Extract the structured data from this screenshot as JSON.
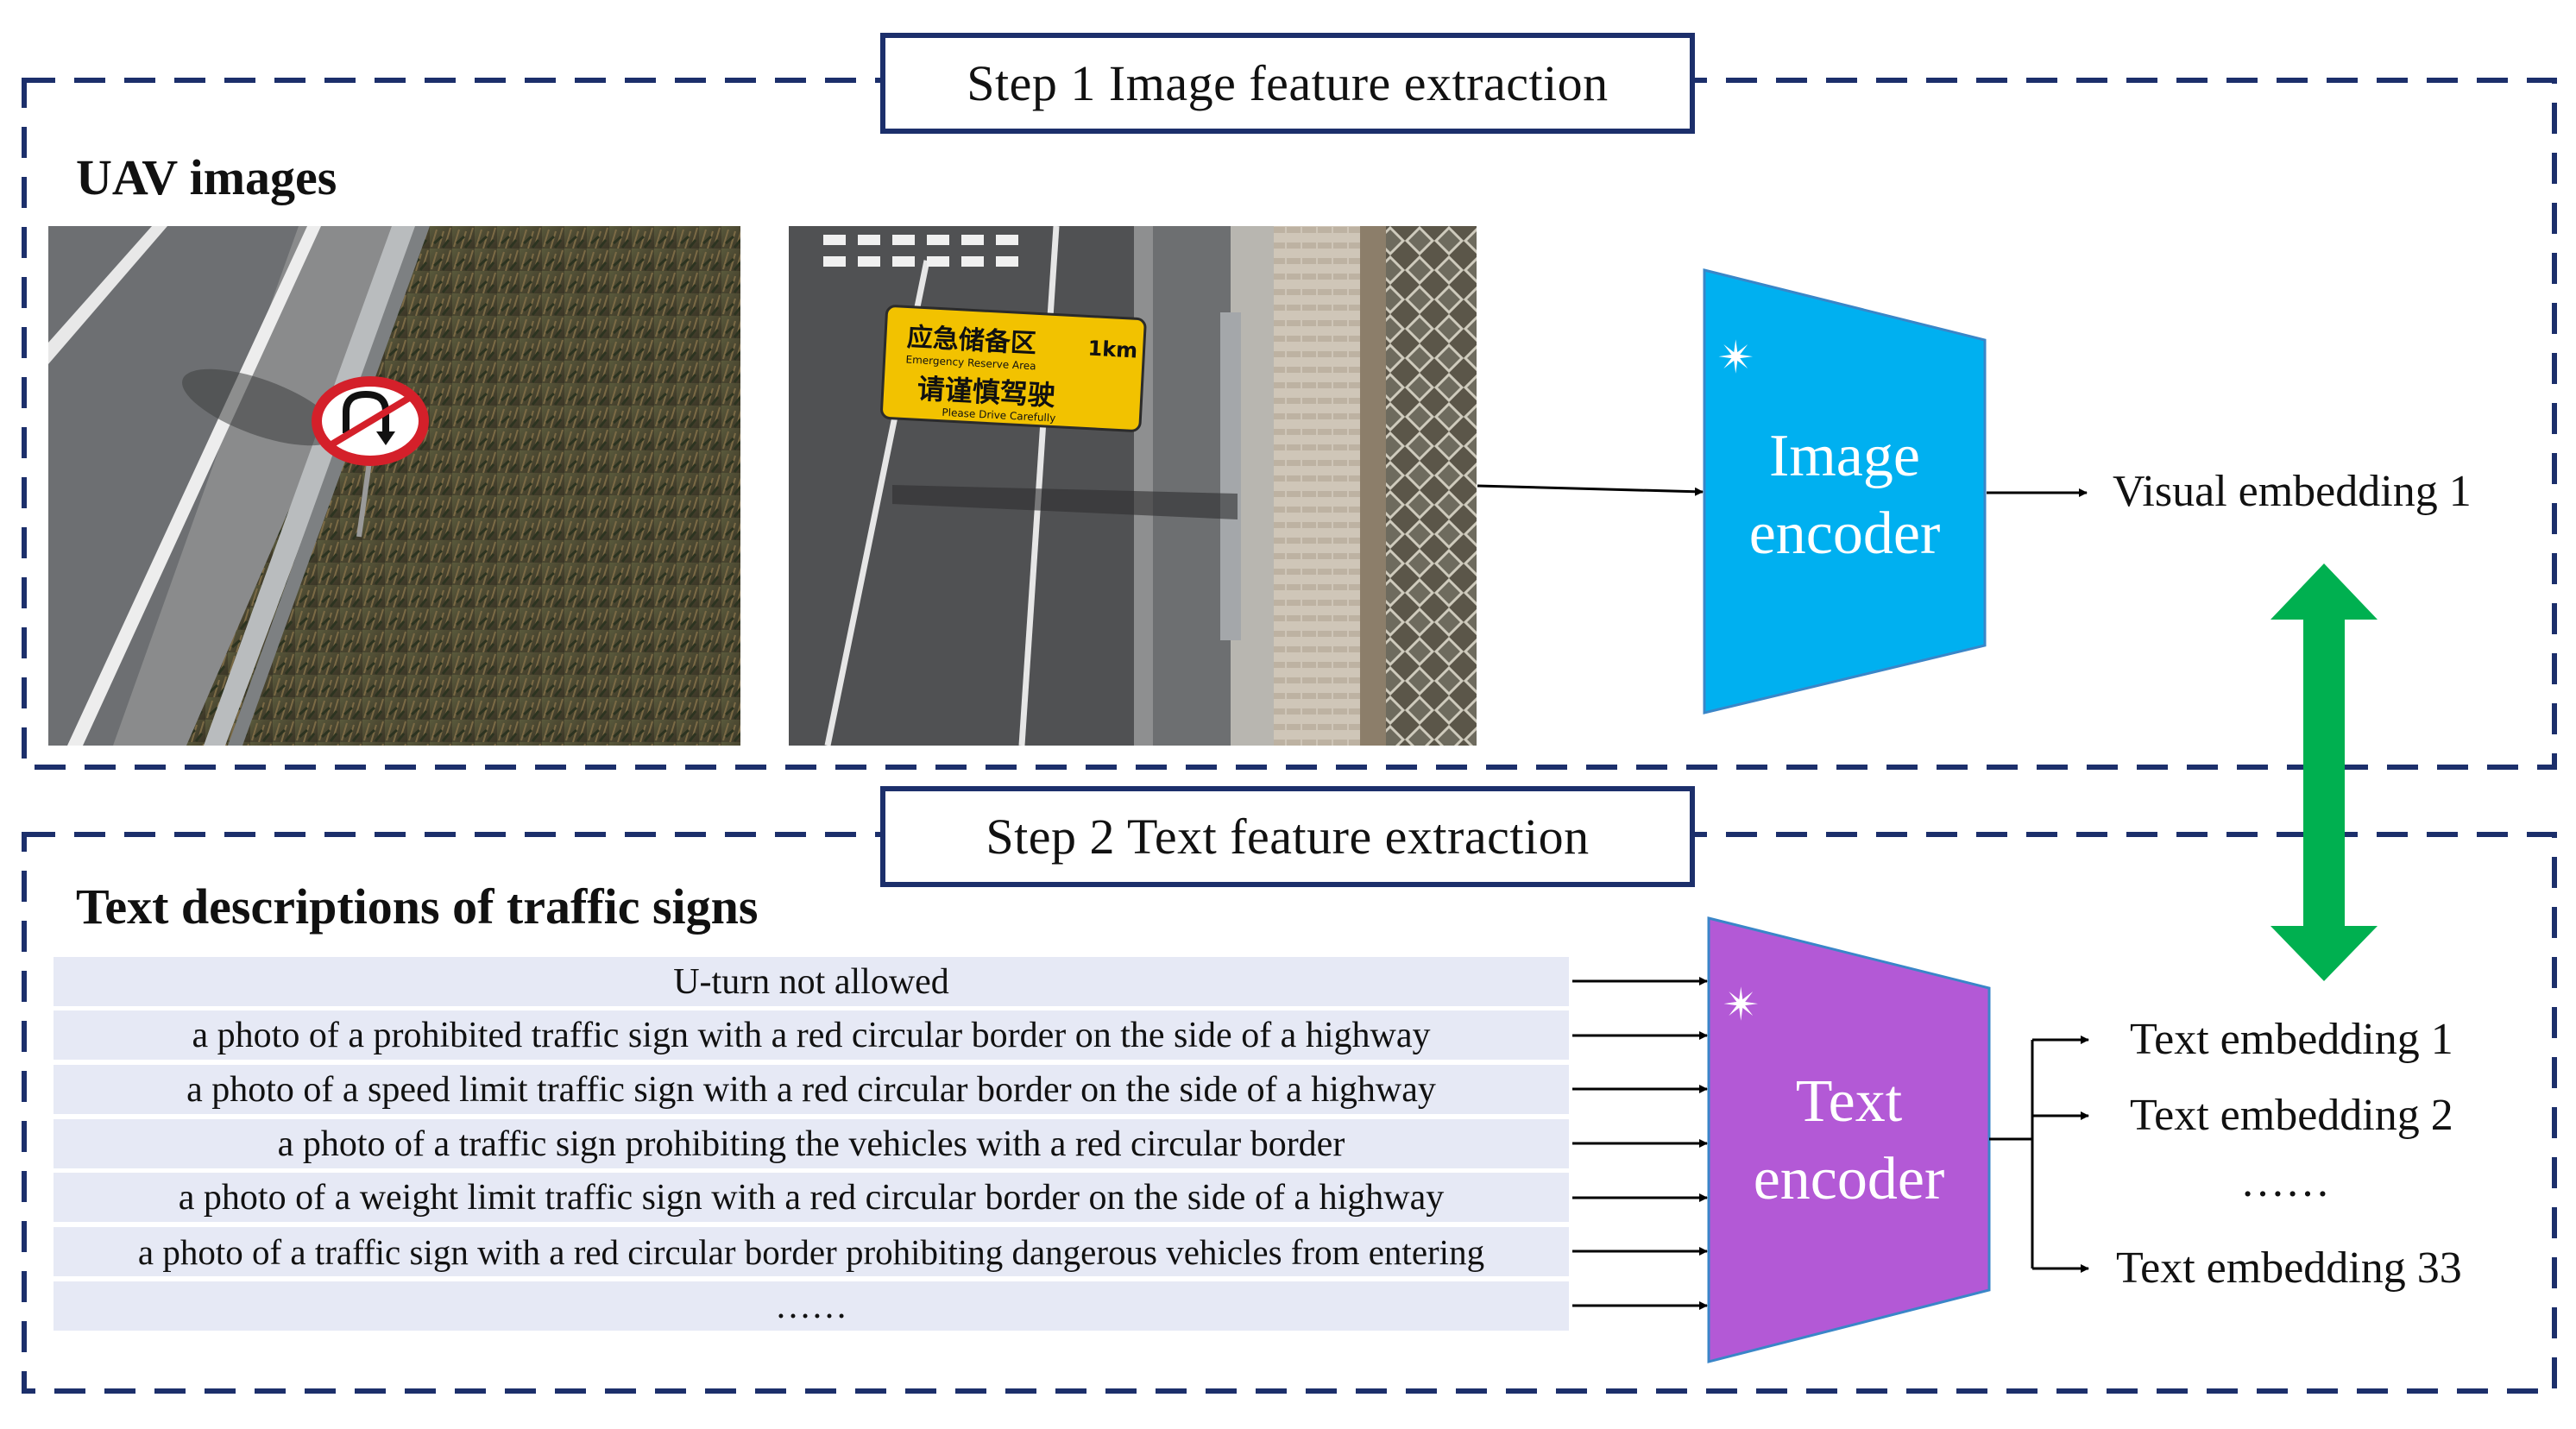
{
  "step1": {
    "title": "Step 1 Image feature extraction"
  },
  "step2": {
    "title": "Step 2 Text feature extraction"
  },
  "uav": {
    "heading": "UAV images",
    "sign2": {
      "line1_cn": "应急储备区",
      "distance": "1km",
      "line1_en": "Emergency Reserve Area",
      "line2_cn": "请谨慎驾驶",
      "line2_en": "Please Drive Carefully"
    }
  },
  "image_encoder": {
    "line1": "Image",
    "line2": "encoder",
    "color": "#00b0f0",
    "icon": "sparkle-icon"
  },
  "text_encoder": {
    "line1": "Text",
    "line2": "encoder",
    "color": "#b359d6",
    "icon": "sparkle-icon"
  },
  "visual_embedding": "Visual embedding 1",
  "alignment_arrow": {
    "icon": "double-arrow-icon",
    "color": "#00b050"
  },
  "text_section": {
    "heading": "Text descriptions of traffic signs",
    "descriptions": [
      "U-turn not allowed",
      "a photo of a prohibited traffic sign with a red circular border on the side of a highway",
      "a photo of a speed limit traffic sign with a red circular border on the side of a highway",
      "a photo of a traffic sign prohibiting the vehicles with a red circular border",
      "a photo of a weight limit traffic sign with a red circular border on the side of a highway",
      "a photo of a traffic sign with a red circular border prohibiting dangerous vehicles from entering",
      "……"
    ]
  },
  "text_embeddings": [
    "Text embedding 1",
    "Text embedding 2",
    "……",
    "Text embedding 33"
  ],
  "colors": {
    "frame": "#1c2f6b",
    "row_bg": "#e6e9f5"
  }
}
